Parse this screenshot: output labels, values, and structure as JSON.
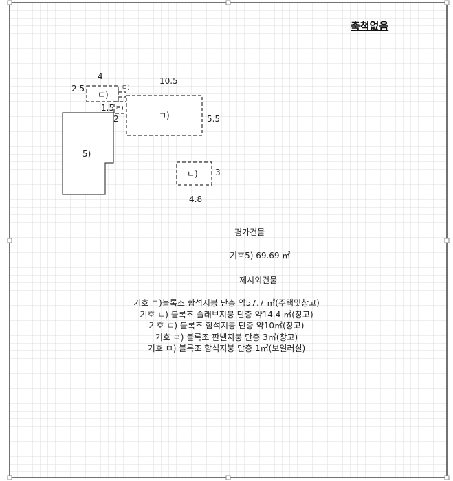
{
  "scale_note": "축척없음",
  "dimensions": {
    "d_width": "4",
    "d_height": "2.5",
    "g_width": "10.5",
    "g_height": "5.5",
    "r_height": "1.5",
    "r_width": "2",
    "n_height": "3",
    "n_width": "4.8"
  },
  "building_labels": {
    "main": "5)",
    "g": "ㄱ)",
    "n": "ㄴ)",
    "d": "ㄷ)",
    "r": "ㄹ)",
    "m": "ㅁ)"
  },
  "legend": {
    "evaluated_heading": "평가건물",
    "evaluated_item": "기호5) 69.69 ㎡",
    "excluded_heading": "제시외건물",
    "excluded_items": [
      "기호 ㄱ)블록조 함석지붕 단층 약57.7 ㎡(주택및창고)",
      "기호 ㄴ) 블록조 슬래브지붕 단층 약14.4 ㎡(창고)",
      "기호 ㄷ) 블록조 함석지붕 단층 약10㎡(창고)",
      "기호 ㄹ) 블록조 판넬지붕 단층 3㎡(창고)",
      "기호 ㅁ) 블록조 함석지붕 단층 1㎡(보일러실)"
    ]
  }
}
